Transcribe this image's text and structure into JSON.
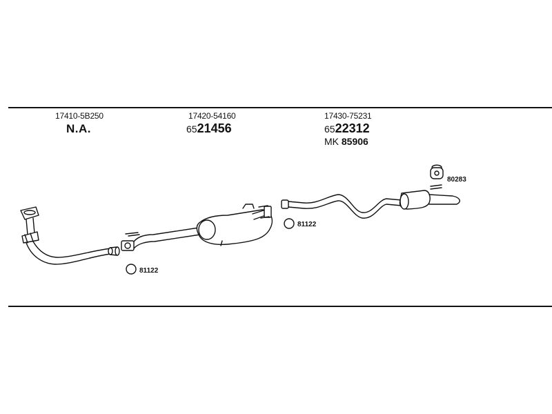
{
  "columns": [
    {
      "oe_number": "17410-5B250",
      "part_status": "N.A."
    },
    {
      "oe_number": "17420-54160",
      "part_prefix": "65",
      "part_number": "21456"
    },
    {
      "oe_number": "17430-75231",
      "part_prefix": "65",
      "part_number": "22312",
      "kit_prefix": "MK",
      "kit_number": "85906"
    }
  ],
  "callouts": {
    "gasket_1": "81122",
    "gasket_2": "81122",
    "hanger": "80283"
  },
  "colors": {
    "line": "#111111",
    "background": "#ffffff"
  }
}
